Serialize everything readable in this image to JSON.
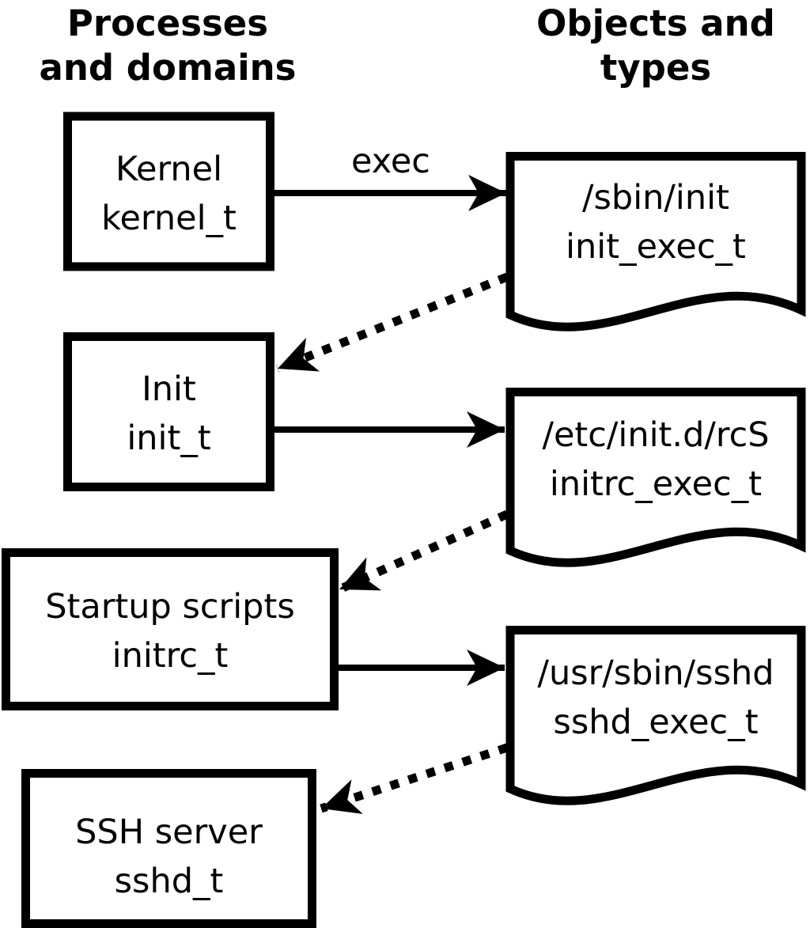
{
  "headers": {
    "left": {
      "line1": "Processes",
      "line2": "and domains"
    },
    "right": {
      "line1": "Objects and",
      "line2": "types"
    }
  },
  "processes": [
    {
      "name": "Kernel",
      "type": "kernel_t"
    },
    {
      "name": "Init",
      "type": "init_t"
    },
    {
      "name": "Startup scripts",
      "type": "initrc_t"
    },
    {
      "name": "SSH server",
      "type": "sshd_t"
    }
  ],
  "objects": [
    {
      "path": "/sbin/init",
      "type": "init_exec_t"
    },
    {
      "path": "/etc/init.d/rcS",
      "type": "initrc_exec_t"
    },
    {
      "path": "/usr/sbin/sshd",
      "type": "sshd_exec_t"
    }
  ],
  "edge_labels": {
    "exec": "exec"
  },
  "edges": [
    {
      "from": "kernel_t",
      "to": "init_exec_t",
      "style": "solid",
      "label": "exec"
    },
    {
      "from": "init_exec_t",
      "to": "init_t",
      "style": "dotted",
      "label": ""
    },
    {
      "from": "init_t",
      "to": "initrc_exec_t",
      "style": "solid",
      "label": ""
    },
    {
      "from": "initrc_exec_t",
      "to": "initrc_t",
      "style": "dotted",
      "label": ""
    },
    {
      "from": "initrc_t",
      "to": "sshd_exec_t",
      "style": "solid",
      "label": ""
    },
    {
      "from": "sshd_exec_t",
      "to": "sshd_t",
      "style": "dotted",
      "label": ""
    }
  ],
  "colors": {
    "foreground": "#000000",
    "background": "#ffffff"
  }
}
